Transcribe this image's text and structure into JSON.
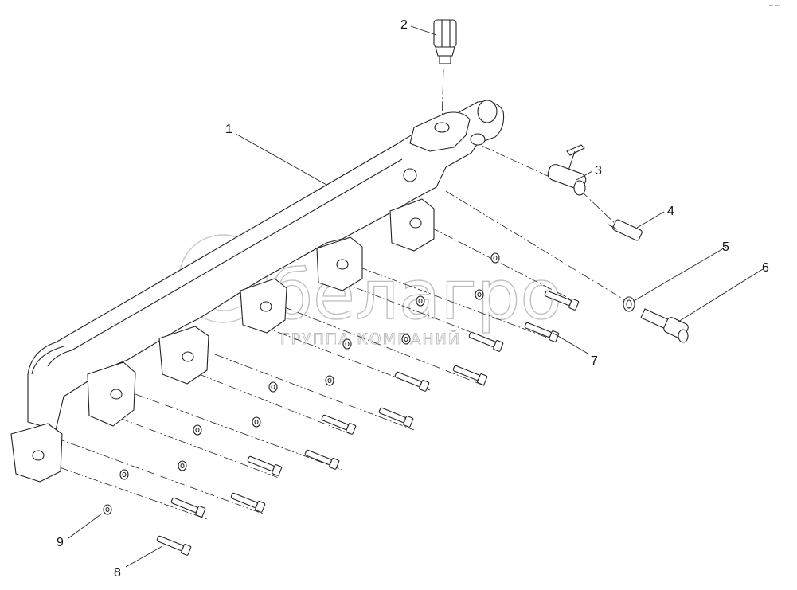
{
  "callouts": [
    "1",
    "2",
    "3",
    "4",
    "5",
    "6",
    "7",
    "8",
    "9"
  ],
  "watermark": {
    "brand": "белагро",
    "tagline": "ГРУППА КОМПАНИЙ"
  },
  "corner_stamp": "ᵃᵇ ᵃᵃᵃ",
  "parts": [
    {
      "id": "1",
      "name": "rail"
    },
    {
      "id": "2",
      "name": "pressure-sensor"
    },
    {
      "id": "3",
      "name": "pin-adapter"
    },
    {
      "id": "4",
      "name": "temperature-sensor"
    },
    {
      "id": "5",
      "name": "seal-ring"
    },
    {
      "id": "6",
      "name": "relief-valve"
    },
    {
      "id": "7",
      "name": "bolt"
    },
    {
      "id": "8",
      "name": "bolt"
    },
    {
      "id": "9",
      "name": "washer"
    }
  ]
}
